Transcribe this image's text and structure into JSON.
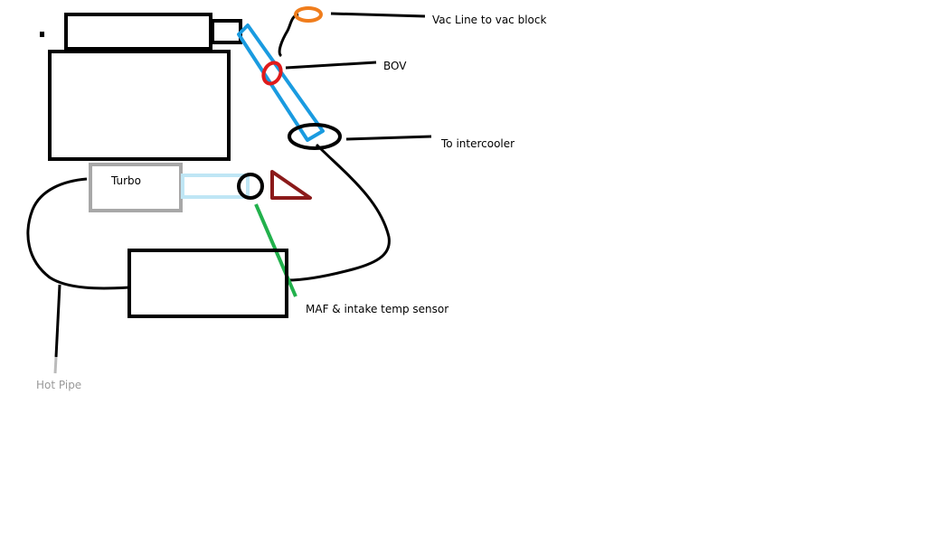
{
  "labels": {
    "vac_line": "Vac Line to vac block",
    "bov": "BOV",
    "intercooler": "To intercooler",
    "turbo": "Turbo",
    "maf": "MAF & intake temp sensor",
    "hot_pipe": "Hot Pipe"
  },
  "colors": {
    "stroke": "#000000",
    "charge_pipe": "#1a9be0",
    "intake_pipe": "#bfe6f5",
    "bov": "#e01b1b",
    "vac_fitting": "#f07d1c",
    "maf_line": "#22b14c",
    "filter": "#8b1a1a",
    "turbo_box": "#a8a8a8",
    "hot_pipe_pointer": "#bbbbbb",
    "hot_pipe_text": "#999999"
  }
}
